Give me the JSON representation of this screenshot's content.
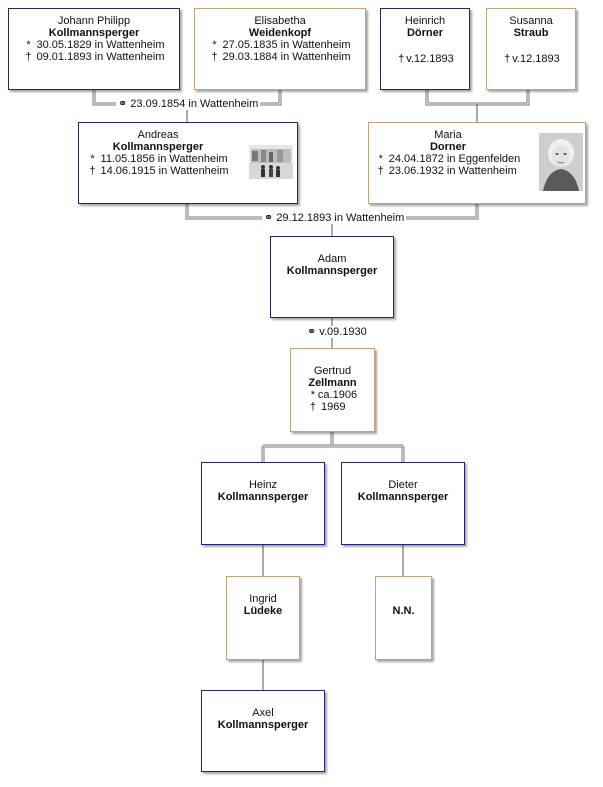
{
  "persons": {
    "johann": {
      "given": "Johann Philipp",
      "surname": "Kollmannsperger",
      "birth": "30.05.1829 in Wattenheim",
      "death": "09.01.1893 in Wattenheim"
    },
    "elisabetha": {
      "given": "Elisabetha",
      "surname": "Weidenkopf",
      "birth": "27.05.1835 in Wattenheim",
      "death": "29.03.1884 in Wattenheim"
    },
    "heinrich": {
      "given": "Heinrich",
      "surname": "Dörner",
      "death": "v.12.1893"
    },
    "susanna": {
      "given": "Susanna",
      "surname": "Straub",
      "death": "v.12.1893"
    },
    "andreas": {
      "given": "Andreas",
      "surname": "Kollmannsperger",
      "birth": "11.05.1856 in Wattenheim",
      "death": "14.06.1915 in Wattenheim"
    },
    "maria": {
      "given": "Maria",
      "surname": "Dorner",
      "birth": "24.04.1872 in Eggenfelden",
      "death": "23.06.1932 in Wattenheim"
    },
    "adam": {
      "given": "Adam",
      "surname": "Kollmannsperger"
    },
    "gertrud": {
      "given": "Gertrud",
      "surname": "Zellmann",
      "birth": "ca.1906",
      "death": "1969"
    },
    "heinz": {
      "given": "Heinz",
      "surname": "Kollmannsperger"
    },
    "dieter": {
      "given": "Dieter",
      "surname": "Kollmannsperger"
    },
    "ingrid": {
      "given": "Ingrid",
      "surname": "Lüdeke"
    },
    "nn": {
      "surname": "N.N."
    },
    "axel": {
      "given": "Axel",
      "surname": "Kollmannsperger"
    }
  },
  "marriages": {
    "m1": "23.09.1854 in Wattenheim",
    "m2": "29.12.1893 in Wattenheim",
    "m3": "v.09.1930"
  },
  "symbols": {
    "birth": "*",
    "death": "†",
    "marriage": "⚭"
  },
  "colors": {
    "male_border": "#23237a",
    "female_border": "#c9a07c",
    "connector": "#555555"
  }
}
